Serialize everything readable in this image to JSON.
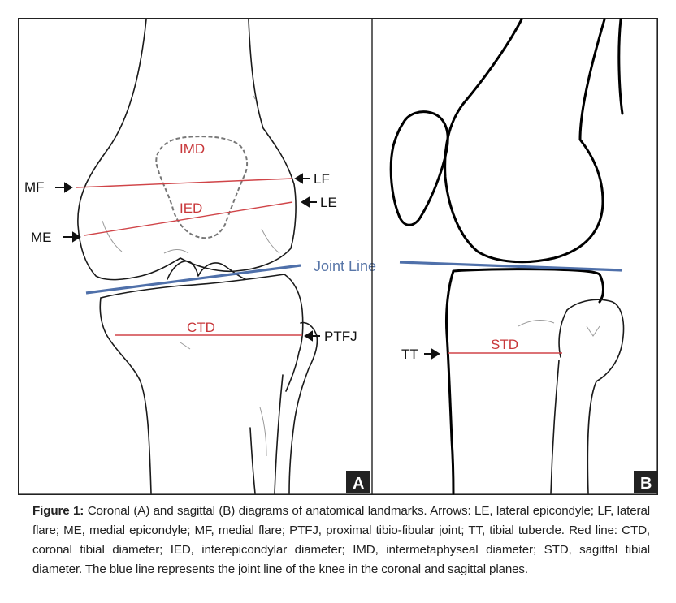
{
  "panels": {
    "a": {
      "badge": "A",
      "labels": {
        "imd": "IMD",
        "ied": "IED",
        "ctd": "CTD",
        "mf": "MF",
        "me": "ME",
        "lf": "LF",
        "le": "LE",
        "ptfj": "PTFJ"
      }
    },
    "b": {
      "badge": "B",
      "labels": {
        "tt": "TT",
        "std": "STD"
      }
    },
    "joint_line_label": "Joint Line"
  },
  "colors": {
    "red_line": "#d04448",
    "blue_line": "#4f70aa",
    "badge_bg": "#222222"
  },
  "caption": {
    "lead": "Figure 1:",
    "text": " Coronal (A) and sagittal (B) diagrams of anatomical landmarks. Arrows: LE, lateral epicondyle; LF, lateral flare; ME, medial epicondyle; MF, medial flare; PTFJ, proximal tibio-fibular joint; TT, tibial tubercle. Red line: CTD, coronal tibial diameter; IED, interepicondylar diameter; IMD, intermetaphyseal diameter; STD, sagittal tibial diameter. The blue line represents the joint line of the knee in the coronal and sagittal planes."
  }
}
